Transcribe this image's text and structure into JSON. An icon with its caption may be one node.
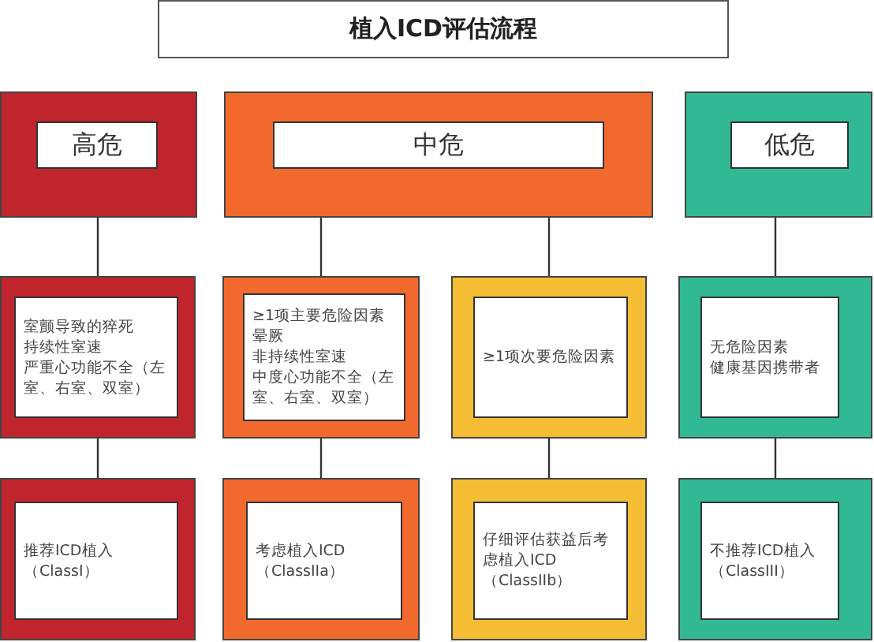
{
  "diagram": {
    "title": "植入ICD评估流程",
    "nodes": [
      {
        "text": [
          "高危"
        ]
      },
      {
        "text": [
          "中危"
        ]
      },
      {
        "text": [
          "低危"
        ]
      },
      {
        "text": [
          "室颤导致的猝死",
          "持续性室速",
          "严重心功能不全（左室、右室、双室）"
        ]
      },
      {
        "text": [
          "≥1项主要危险因素",
          "晕厥",
          "非持续性室速",
          "中度心功能不全（左室、右室、双室）"
        ]
      },
      {
        "text": [
          "≥1项次要危险因素"
        ]
      },
      {
        "text": [
          "无危险因素",
          "健康基因携带者"
        ]
      },
      {
        "text": [
          "推荐ICD植入",
          "（ClassI）"
        ]
      },
      {
        "text": [
          "考虑植入ICD",
          "（ClassIIa）"
        ]
      },
      {
        "text": [
          "仔细评估获益后考虑植入ICD",
          "（ClassIIb）"
        ]
      },
      {
        "text": [
          "不推荐ICD植入",
          "（ClassIII）"
        ]
      }
    ],
    "edges": [
      {
        "from": 0,
        "to": 3,
        "arrow": "none"
      },
      {
        "from": 1,
        "to": 4,
        "arrow": "none"
      },
      {
        "from": 1,
        "to": 5,
        "arrow": "none"
      },
      {
        "from": 2,
        "to": 6,
        "arrow": "none"
      },
      {
        "from": 3,
        "to": 7,
        "arrow": "none"
      },
      {
        "from": 4,
        "to": 8,
        "arrow": "none"
      },
      {
        "from": 5,
        "to": 9,
        "arrow": "none"
      },
      {
        "from": 6,
        "to": 10,
        "arrow": "none"
      }
    ]
  }
}
